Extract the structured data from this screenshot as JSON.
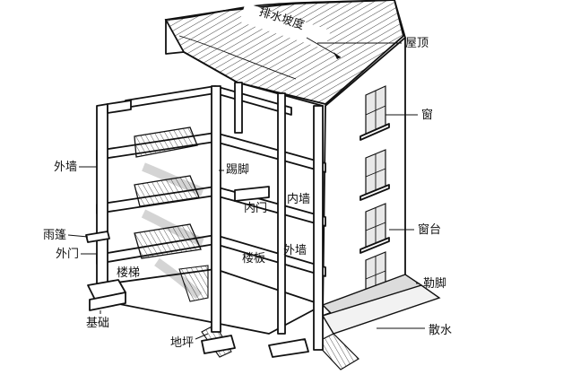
{
  "labels": {
    "roof": "屋顶",
    "drainage_slope": "排水坡度",
    "window": "窗",
    "window_sill": "窗台",
    "plinth": "勒脚",
    "apron": "散水",
    "exterior_wall_left": "外墙",
    "skirting": "踢脚",
    "interior_door": "内门",
    "interior_wall": "内墙",
    "canopy": "雨篷",
    "exterior_door": "外门",
    "exterior_wall_right": "外墙",
    "floor_slab": "楼板",
    "stairs": "楼梯",
    "foundation": "基础",
    "ground_floor": "地坪"
  }
}
